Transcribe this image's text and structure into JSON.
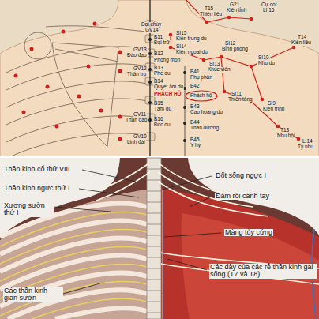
{
  "diagram": {
    "labels": [
      "Đại chùy",
      "GV14",
      "T15",
      "Thiên liêu",
      "G21",
      "Kiên tỉnh",
      "Cự cốt",
      "LI 16",
      "SI15",
      "Kiên trung du",
      "SI14",
      "Kiên ngoại du",
      "SI12",
      "Bỉnh phong",
      "T14",
      "Kiên liêu",
      "SI13",
      "Khúc viên",
      "SI10",
      "Nhu du",
      "B11",
      "Đại trữ",
      "B12",
      "Phong môn",
      "GV13",
      "Đào đạo",
      "B13",
      "Phế du",
      "B41",
      "Phụ phân",
      "GV12",
      "Thân trụ",
      "B14",
      "Quyết âm du",
      "B42",
      "Phách hộ",
      "PHÁCH HỘ",
      "SI11",
      "Thiên tông",
      "SI9",
      "Kiên trinh",
      "B15",
      "Tâm du",
      "B43",
      "Cao hoang du",
      "GV11",
      "Thần đạo",
      "B16",
      "Đốc du",
      "B44",
      "Thần đường",
      "T13",
      "Nhu hội",
      "GV10",
      "Linh đài",
      "B45",
      "Y hy",
      "LI14",
      "Tý nhu",
      "Thần kinh cổ thứ VIII",
      "Đốt sống ngực I",
      "Thần kinh ngực thứ I",
      "Đám rối cánh tay",
      "Xương sườn thứ I",
      "Màng tủy cứng",
      "Các dây của các rễ thần kinh gai sống (T7 và T8)",
      "Các thần kinh gian sườn"
    ]
  }
}
